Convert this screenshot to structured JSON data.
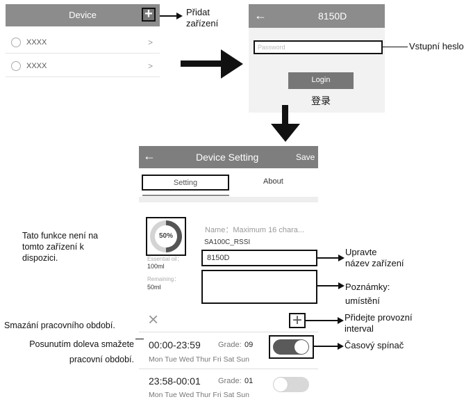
{
  "screen1": {
    "title": "Device",
    "add_symbol": "+",
    "devices": [
      {
        "name": "XXXX",
        "chevron": ">"
      },
      {
        "name": "XXXX",
        "chevron": ">"
      }
    ]
  },
  "screen2": {
    "back": "←",
    "title": "8150D",
    "password_placeholder": "Password",
    "login_label": "Login",
    "login_cn": "登录"
  },
  "screen3": {
    "back": "←",
    "title": "Device Setting",
    "save": "Save",
    "tab_setting": "Setting",
    "tab_about": "About",
    "gauge_percent": "50%",
    "gauge_level": 0.5,
    "essential_label": "Essential oil：",
    "essential_value": "100ml",
    "remaining_label": "Remaining：",
    "remaining_value": "50ml",
    "name_hint": "Name：Maximum 16 chara...",
    "device_ssid": "SA100C_RSSI",
    "device_name_value": "8150D",
    "delete_symbol": "×",
    "add_symbol": "+",
    "periods": [
      {
        "time": "00:00-23:59",
        "grade_label": "Grade:",
        "grade": "09",
        "days": "Mon Tue Wed Thur Fri Sat Sun",
        "on": true
      },
      {
        "time": "23:58-00:01",
        "grade_label": "Grade:",
        "grade": "01",
        "days": "Mon Tue Wed Thur Fri Sat Sun",
        "on": false
      }
    ]
  },
  "annotations": {
    "pridat": "Přidat\nzařízení",
    "heslo": "Vstupní heslo",
    "feature_unavailable": "Tato funkce není na\ntomto zařízení k\ndispozici.",
    "upravte": "Upravte\nnázev zařízení",
    "poznamky": "Poznámky:\numístění",
    "pridejte": "Přidejte provozní\ninterval",
    "smazani": "Smazání pracovního období.",
    "posunutim": "Posunutím doleva smažete\npracovní období.",
    "spinac": "Časový spínač"
  },
  "colors": {
    "bar": "#8c8c8c",
    "toggle_on": "#5a5a5a",
    "toggle_off": "#d8d8d8"
  }
}
